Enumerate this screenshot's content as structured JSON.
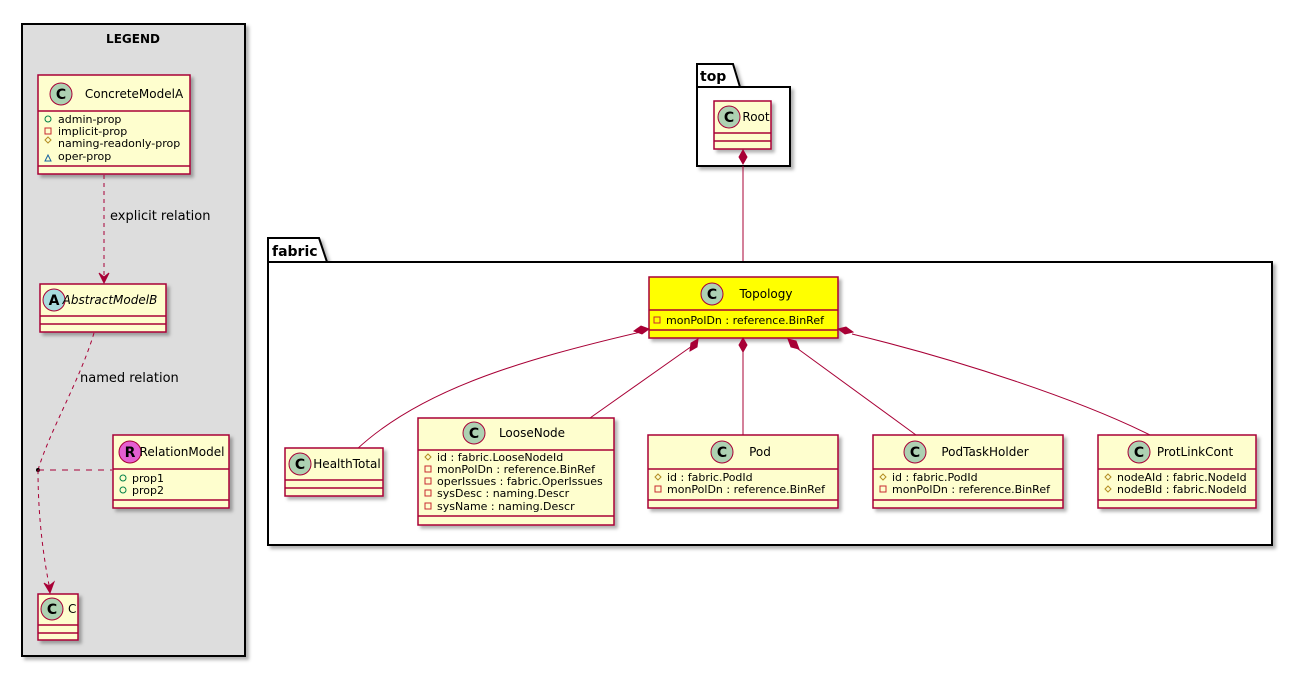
{
  "legend": {
    "title": "LEGEND",
    "concrete": {
      "name": "ConcreteModelA",
      "letter": "C",
      "props": [
        "admin-prop",
        "implicit-prop",
        "naming-readonly-prop",
        "oper-prop"
      ]
    },
    "abstract": {
      "name": "AbstractModelB",
      "letter": "A"
    },
    "relation": {
      "name": "RelationModel",
      "letter": "R",
      "props": [
        "prop1",
        "prop2"
      ]
    },
    "c": {
      "name": "C",
      "letter": "C"
    },
    "explicit_label": "explicit relation",
    "named_label": "named relation"
  },
  "packages": {
    "top": "top",
    "fabric": "fabric"
  },
  "classes": {
    "root": {
      "name": "Root",
      "letter": "C"
    },
    "topology": {
      "name": "Topology",
      "letter": "C",
      "attrs": [
        "monPolDn : reference.BinRef"
      ]
    },
    "healthtotal": {
      "name": "HealthTotal",
      "letter": "C"
    },
    "loosenode": {
      "name": "LooseNode",
      "letter": "C",
      "attrs": [
        "id : fabric.LooseNodeId",
        "monPolDn : reference.BinRef",
        "operIssues : fabric.OperIssues",
        "sysDesc : naming.Descr",
        "sysName : naming.Descr"
      ]
    },
    "pod": {
      "name": "Pod",
      "letter": "C",
      "attrs": [
        "id : fabric.PodId",
        "monPolDn : reference.BinRef"
      ]
    },
    "podtaskholder": {
      "name": "PodTaskHolder",
      "letter": "C",
      "attrs": [
        "id : fabric.PodId",
        "monPolDn : reference.BinRef"
      ]
    },
    "protlinkcont": {
      "name": "ProtLinkCont",
      "letter": "C",
      "attrs": [
        "nodeAId : fabric.NodeId",
        "nodeBId : fabric.NodeId"
      ]
    }
  },
  "colors": {
    "class_fill": "#FEFECE",
    "highlight_fill": "#FFFF00",
    "border": "#A80036",
    "legend_bg": "#DDDDDD",
    "circle_c": "#ADD1B2",
    "circle_a": "#A9DCDF",
    "circle_r": "#E45FD1"
  }
}
